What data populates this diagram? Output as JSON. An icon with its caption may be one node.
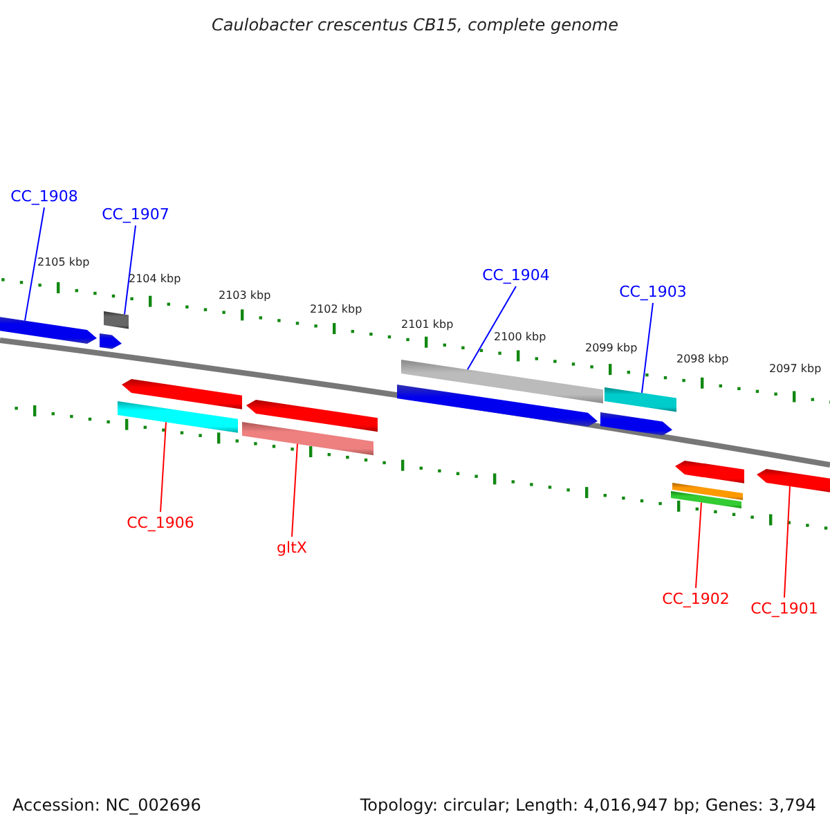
{
  "diagram": {
    "title": "Caulobacter crescentus CB15, complete genome",
    "nodes": [
      {
        "text": [
          "CC_1908"
        ]
      },
      {
        "text": [
          "CC_1907"
        ]
      },
      {
        "text": [
          "CC_1904"
        ]
      },
      {
        "text": [
          "CC_1903"
        ]
      },
      {
        "text": [
          "CC_1906"
        ]
      },
      {
        "text": [
          "gltX"
        ]
      },
      {
        "text": [
          "CC_1902"
        ]
      },
      {
        "text": [
          "CC_1901"
        ]
      },
      {
        "text": [],
        "shape": "arrow"
      },
      {
        "text": [],
        "shape": "box"
      },
      {
        "text": [],
        "shape": "arrow"
      },
      {
        "text": [],
        "shape": "box"
      },
      {
        "text": [],
        "shape": "arrow"
      },
      {
        "text": [],
        "shape": "box"
      },
      {
        "text": [],
        "shape": "arrow"
      },
      {
        "text": [],
        "shape": "arrow"
      },
      {
        "text": [],
        "shape": "box"
      },
      {
        "text": [],
        "shape": "arrow"
      },
      {
        "text": [],
        "shape": "box"
      },
      {
        "text": [],
        "shape": "box"
      },
      {
        "text": [],
        "shape": "box"
      },
      {
        "text": [],
        "shape": "arrow"
      },
      {
        "text": [],
        "shape": "arrow"
      }
    ],
    "edges": [
      {
        "from": 0,
        "to": 8,
        "arrow": "none",
        "color": "#0000ff"
      },
      {
        "from": 1,
        "to": 9,
        "arrow": "none",
        "color": "#0000ff"
      },
      {
        "from": 2,
        "to": 16,
        "arrow": "none",
        "color": "#0000ff"
      },
      {
        "from": 3,
        "to": 18,
        "arrow": "none",
        "color": "#0000ff"
      },
      {
        "from": 4,
        "to": 11,
        "arrow": "none",
        "color": "#ff0000"
      },
      {
        "from": 5,
        "to": 13,
        "arrow": "none",
        "color": "#ff0000"
      },
      {
        "from": 6,
        "to": 19,
        "arrow": "none",
        "color": "#ff0000"
      },
      {
        "from": 7,
        "to": 22,
        "arrow": "none",
        "color": "#ff0000"
      }
    ],
    "labels": [
      "2105 kbp",
      "2104 kbp",
      "2103 kbp",
      "2102 kbp",
      "2101 kbp",
      "2100 kbp",
      "2099 kbp",
      "2098 kbp",
      "2097 kbp",
      "Accession: NC_002696",
      "Topology: circular; Length: 4,016,947 bp; Genes: 3,794"
    ]
  }
}
